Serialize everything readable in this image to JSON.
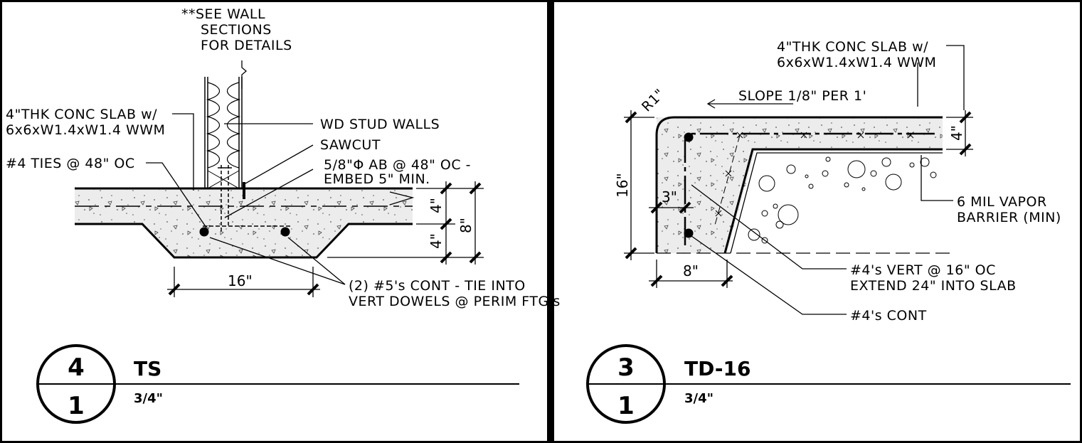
{
  "details": [
    {
      "id": "detail-ts",
      "bubble_number": "4",
      "bubble_sheet": "1",
      "title": "TS",
      "scale": "3/4\"",
      "notes": {
        "see_wall": [
          "**SEE WALL",
          "SECTIONS",
          "FOR DETAILS"
        ],
        "slab": [
          "4\"THK CONC SLAB w/",
          "6x6xW1.4xW1.4 WWM"
        ],
        "stud": "WD STUD WALLS",
        "sawcut": "SAWCUT",
        "anchor": [
          "5/8\"Φ AB @ 48\" OC -",
          "EMBED 5\" MIN."
        ],
        "ties": "#4 TIES @ 48\" OC",
        "bars": [
          "(2) #5's CONT - TIE INTO",
          "VERT DOWELS @ PERIM FTG's"
        ]
      },
      "dims": {
        "width": "16\"",
        "top": "4\"",
        "bottom": "4\"",
        "total": "8\""
      }
    },
    {
      "id": "detail-td16",
      "bubble_number": "3",
      "bubble_sheet": "1",
      "title": "TD-16",
      "scale": "3/4\"",
      "notes": {
        "slab": [
          "4\"THK CONC SLAB w/",
          "6x6xW1.4xW1.4 WWM"
        ],
        "slope": "SLOPE 1/8\" PER 1'",
        "radius": "R1\"",
        "vapor": [
          "6 MIL VAPOR",
          "BARRIER (MIN)"
        ],
        "vert": [
          "#4's VERT @ 16\" OC",
          "EXTEND 24\" INTO SLAB"
        ],
        "cont": "#4's CONT"
      },
      "dims": {
        "height": "16\"",
        "cover": "3\"",
        "width": "8\"",
        "slab": "4\""
      }
    }
  ]
}
